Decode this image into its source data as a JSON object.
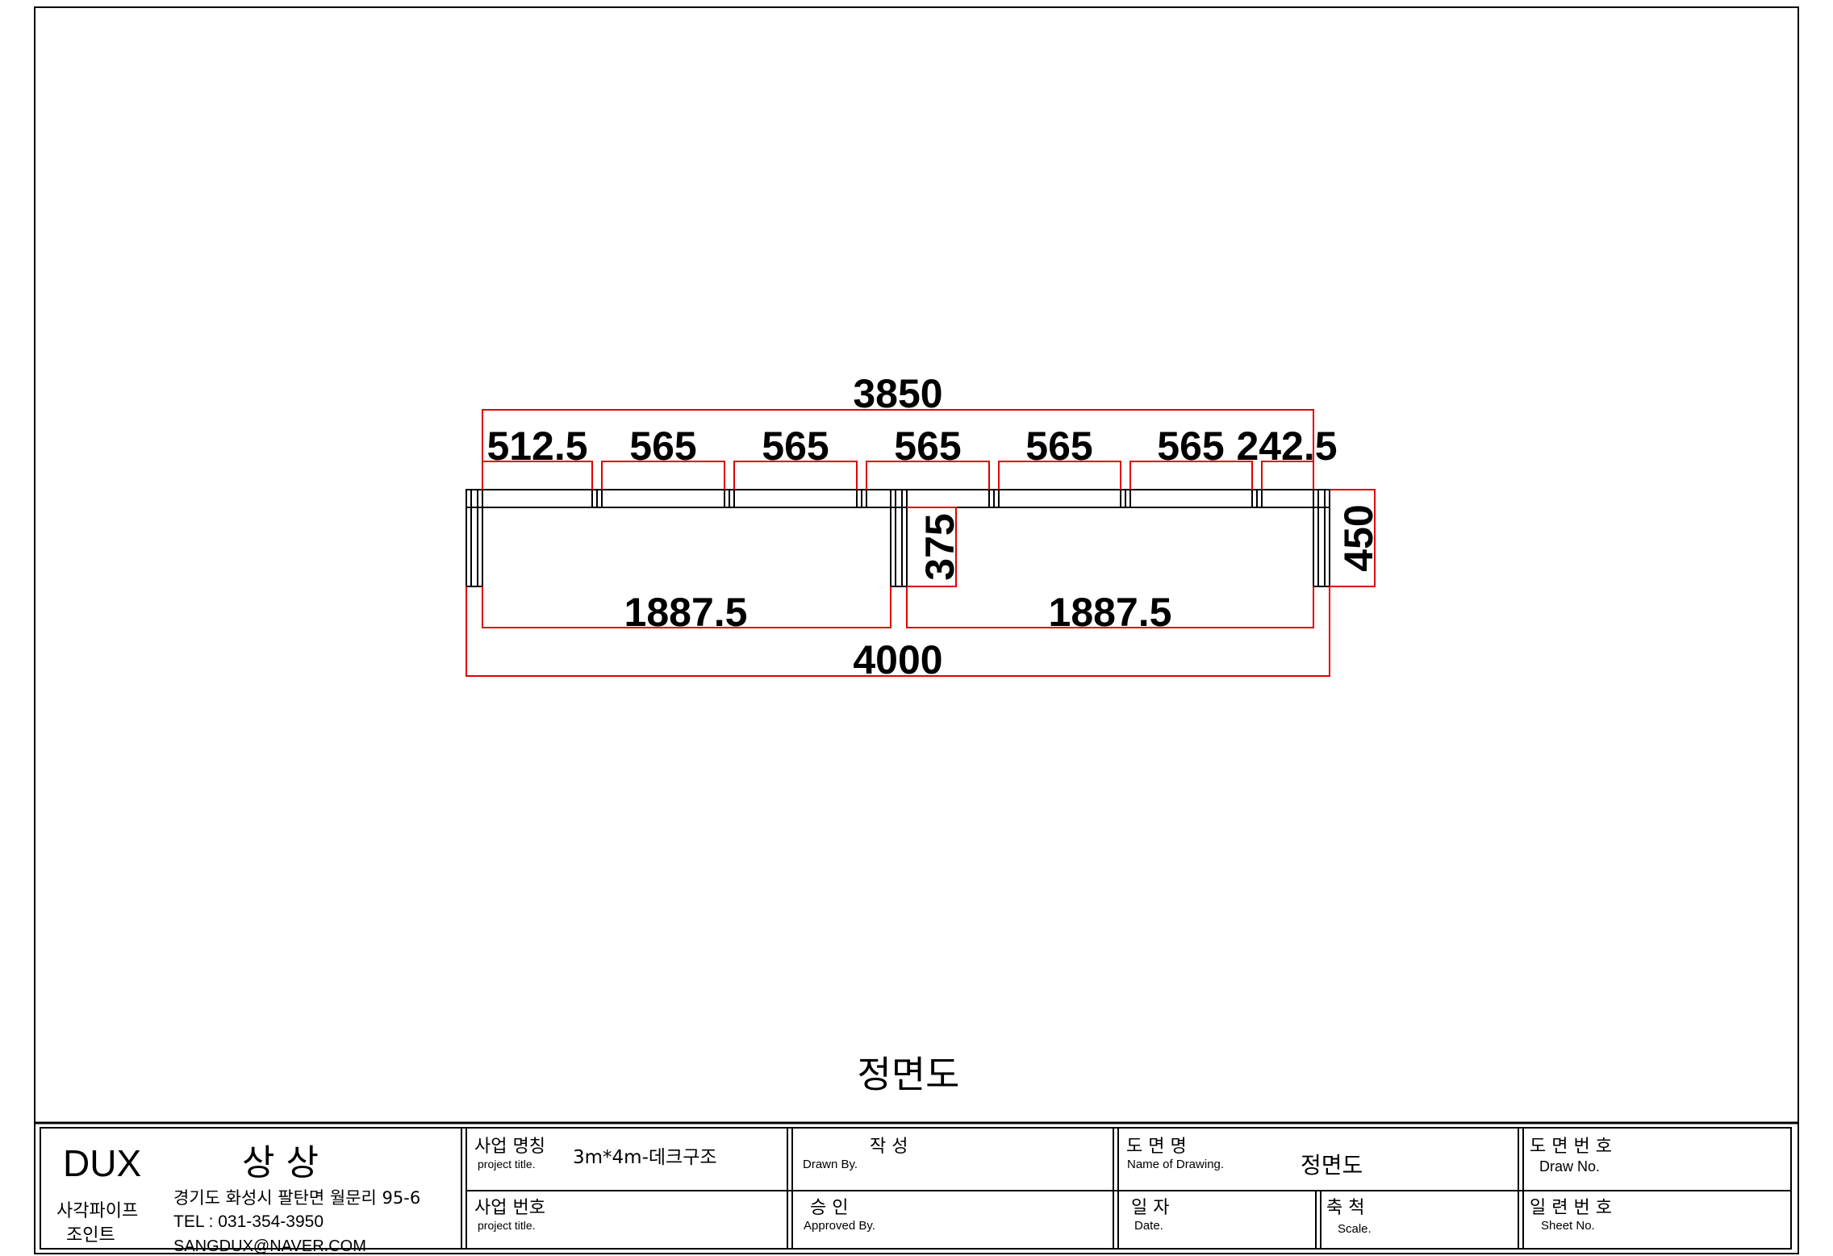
{
  "drawing": {
    "dimensions": {
      "overall_top": "3850",
      "segments": [
        "512.5",
        "565",
        "565",
        "565",
        "565",
        "565",
        "242.5"
      ],
      "bottom_left": "1887.5",
      "bottom_right": "1887.5",
      "overall_bottom": "4000",
      "height_inner": "375",
      "height_outer": "450"
    },
    "view_title": "정면도"
  },
  "title_block": {
    "company_logo": "DUX",
    "company_name": "상 상",
    "company_line1": "사각파이프",
    "company_line2": "조인트",
    "address": "경기도 화성시 팔탄면 월문리 95-6",
    "tel": "TEL : 031-354-3950",
    "email": "SANGDUX@NAVER.COM",
    "project_name_label": "사업 명칭",
    "project_name_sub": "project title.",
    "project_name_value": "3m*4m-데크구조",
    "project_no_label": "사업 번호",
    "project_no_sub": "project title.",
    "drawn_label": "작    성",
    "drawn_sub": "Drawn By.",
    "approved_label": "승    인",
    "approved_sub": "Approved By.",
    "drawing_name_label": "도  면  명",
    "drawing_name_sub": "Name of Drawing.",
    "drawing_name_value": "정면도",
    "date_label": "일  자",
    "date_sub": "Date.",
    "scale_label": "축  척",
    "scale_sub": "Scale.",
    "draw_no_label": "도 면 번 호",
    "draw_no_sub": "Draw No.",
    "sheet_no_label": "일 련 번 호",
    "sheet_no_sub": "Sheet No."
  }
}
